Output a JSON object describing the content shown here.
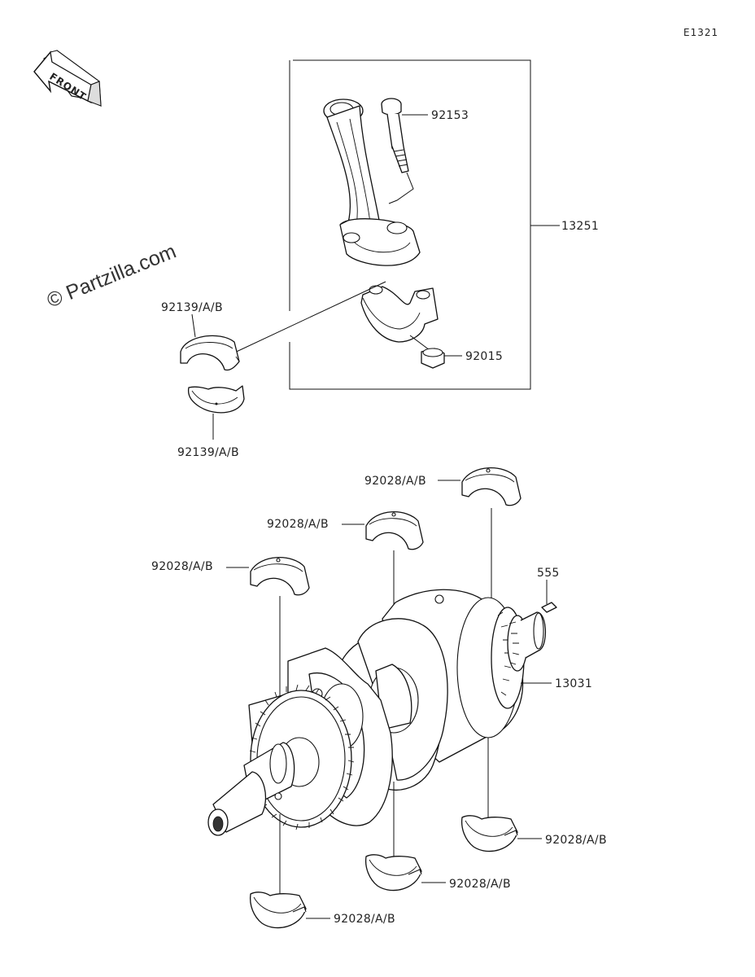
{
  "diagram_code": "E1321",
  "front_arrow_text": "FRONT",
  "watermark": "© Partzilla.com",
  "labels": {
    "p92153": "92153",
    "p13251": "13251",
    "p92015": "92015",
    "p92139_top": "92139/A/B",
    "p92139_bottom": "92139/A/B",
    "p92028_top_right": "92028/A/B",
    "p92028_top_mid": "92028/A/B",
    "p92028_top_left": "92028/A/B",
    "p555": "555",
    "p13031": "13031",
    "p92028_bot_right": "92028/A/B",
    "p92028_bot_mid": "92028/A/B",
    "p92028_bot_left": "92028/A/B"
  }
}
